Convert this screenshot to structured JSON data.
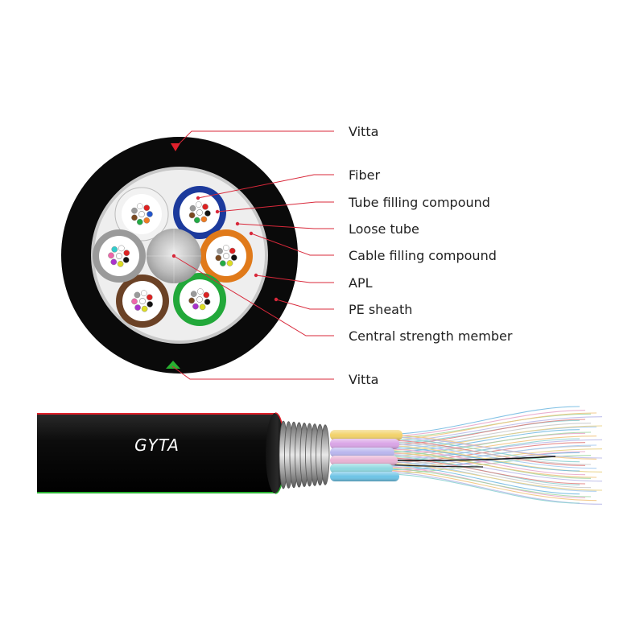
{
  "labels": {
    "vitta_top": "Vitta",
    "fiber": "Fiber",
    "tube_filling": "Tube filling compound",
    "loose_tube": "Loose tube",
    "cable_filling": "Cable filling compound",
    "apl": "APL",
    "pe_sheath": "PE sheath",
    "central_member": "Central strength member",
    "vitta_bottom": "Vitta"
  },
  "cable_text": "GYTA",
  "colors": {
    "leader_line": "#d8283a",
    "sheath": "#0a0a0a",
    "stripe_top": "#e0202a",
    "stripe_bottom": "#28b030",
    "tube_white": "#f2f2f2",
    "tube_blue": "#1c3a9c",
    "tube_orange": "#e07a1a",
    "tube_green": "#22a83a",
    "tube_brown": "#6b4226",
    "tube_gray": "#9a9a9a"
  },
  "loose_tubes": [
    {
      "color_name": "white"
    },
    {
      "color_name": "blue"
    },
    {
      "color_name": "orange"
    },
    {
      "color_name": "green"
    },
    {
      "color_name": "brown"
    },
    {
      "color_name": "gray"
    }
  ],
  "fiber_colors": [
    "#2255cc",
    "#ee7a22",
    "#22aa44",
    "#7a4a22",
    "#9a9a9a",
    "#ffffff",
    "#dd2222",
    "#111111",
    "#dddd22",
    "#aa33cc",
    "#ee66aa",
    "#33cccc"
  ]
}
